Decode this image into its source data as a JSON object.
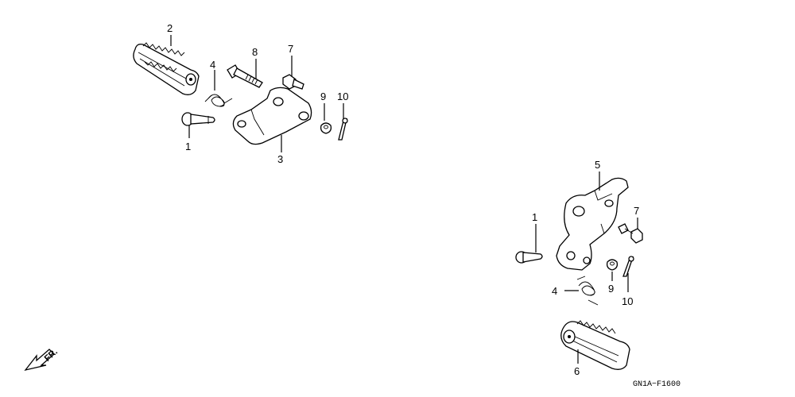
{
  "labels": {
    "l_1": "1",
    "l_2": "2",
    "l_3": "3",
    "l_4": "4",
    "l_7": "7",
    "l_8": "8",
    "l_9": "9",
    "l_10": "10",
    "r_1": "1",
    "r_4": "4",
    "r_5": "5",
    "r_6": "6",
    "r_7": "7",
    "r_9": "9",
    "r_10": "10"
  },
  "direction_label": "FR.",
  "diagram_code": "GN1A−F1600"
}
